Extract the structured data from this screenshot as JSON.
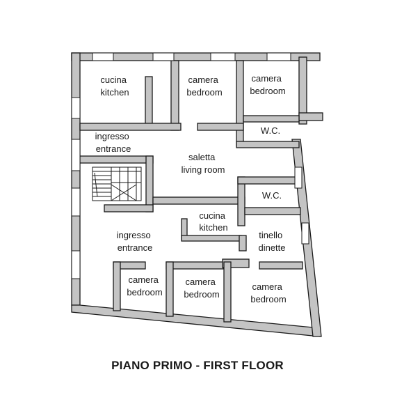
{
  "title": "PIANO PRIMO - FIRST FLOOR",
  "colors": {
    "wall_fill": "#b8b8b8",
    "wall_stroke": "#1a1a1a",
    "text": "#1a1a1a"
  },
  "rooms": [
    {
      "id": "cucina-1",
      "lines": [
        "cucina",
        "kitchen"
      ]
    },
    {
      "id": "camera-1",
      "lines": [
        "camera",
        "bedroom"
      ]
    },
    {
      "id": "camera-2",
      "lines": [
        "camera",
        "bedroom"
      ]
    },
    {
      "id": "wc-1",
      "lines": [
        "W.C."
      ]
    },
    {
      "id": "ingresso-1",
      "lines": [
        "ingresso",
        "entrance"
      ]
    },
    {
      "id": "saletta",
      "lines": [
        "saletta",
        "living room"
      ]
    },
    {
      "id": "wc-2",
      "lines": [
        "W.C."
      ]
    },
    {
      "id": "cucina-2",
      "lines": [
        "cucina",
        "kitchen"
      ]
    },
    {
      "id": "ingresso-2",
      "lines": [
        "ingresso",
        "entrance"
      ]
    },
    {
      "id": "tinello",
      "lines": [
        "tinello",
        "dinette"
      ]
    },
    {
      "id": "camera-3",
      "lines": [
        "camera",
        "bedroom"
      ]
    },
    {
      "id": "camera-4",
      "lines": [
        "camera",
        "bedroom"
      ]
    },
    {
      "id": "camera-5",
      "lines": [
        "camera",
        "bedroom"
      ]
    }
  ]
}
